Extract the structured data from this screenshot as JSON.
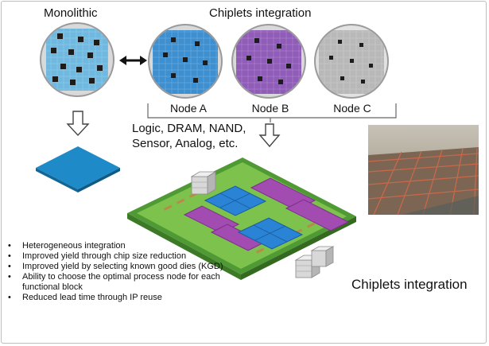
{
  "titles": {
    "monolithic": "Monolithic",
    "chiplets": "Chiplets integration"
  },
  "nodes": [
    "Node A",
    "Node B",
    "Node C"
  ],
  "technologies": [
    "Logic, DRAM, NAND,",
    "Sensor, Analog, etc."
  ],
  "caption": "Chiplets integration",
  "benefits": [
    "Heterogeneous integration",
    "Improved yield through chip size reduction",
    "Improved yield by selecting known good dies (KGD)",
    "Ability to choose the optimal process node for each functional block",
    "Reduced lead time through IP reuse"
  ],
  "colors": {
    "wafer_monolithic": "#6fb8e0",
    "wafer_node_a": "#3d8fd0",
    "wafer_node_b": "#8f5cb8",
    "wafer_node_c": "#b8b8b8",
    "die_dark": "#1c1c1c",
    "substrate": "#6cc24a",
    "substrate_inner": "#8fd45a",
    "compute_die": "#2a83d4",
    "memory_die": "#a24bb0",
    "monolithic_die": "#1e8ac7"
  },
  "icons": [
    "double-arrow-icon",
    "down-arrow-icon"
  ]
}
